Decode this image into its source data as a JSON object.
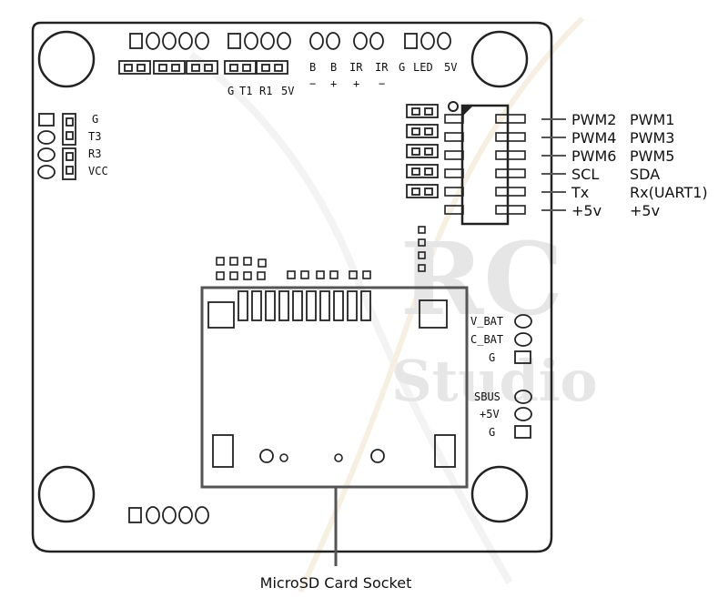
{
  "watermark": {
    "line1": "RC",
    "line2": "Studio"
  },
  "top_labels": {
    "g": "G",
    "t1": "T1",
    "r1": "R1",
    "v5": "5V",
    "b1": "B",
    "b1_sign": "−",
    "b2": "B",
    "b2_sign": "+",
    "ir1": "IR",
    "ir1_sign": "+",
    "ir2": "IR",
    "ir2_sign": "−",
    "g2": "G",
    "led": "LED",
    "v5b": "5V"
  },
  "left_labels": {
    "g": "G",
    "t3": "T3",
    "r3": "R3",
    "vcc": "VCC"
  },
  "pwm_rows": [
    {
      "left": "PWM2",
      "right": "PWM1"
    },
    {
      "left": "PWM4",
      "right": "PWM3"
    },
    {
      "left": "PWM6",
      "right": "PWM5"
    },
    {
      "left": "SCL",
      "right": "SDA"
    },
    {
      "left": "Tx",
      "right": "Rx(UART1)"
    },
    {
      "left": "+5v",
      "right": "+5v"
    }
  ],
  "right_pads": {
    "v_bat": "V_BAT",
    "c_bat": "C_BAT",
    "g1": "G",
    "sbus": "SBUS",
    "v5": "+5V",
    "g2": "G"
  },
  "callout": "MicroSD Card Socket"
}
